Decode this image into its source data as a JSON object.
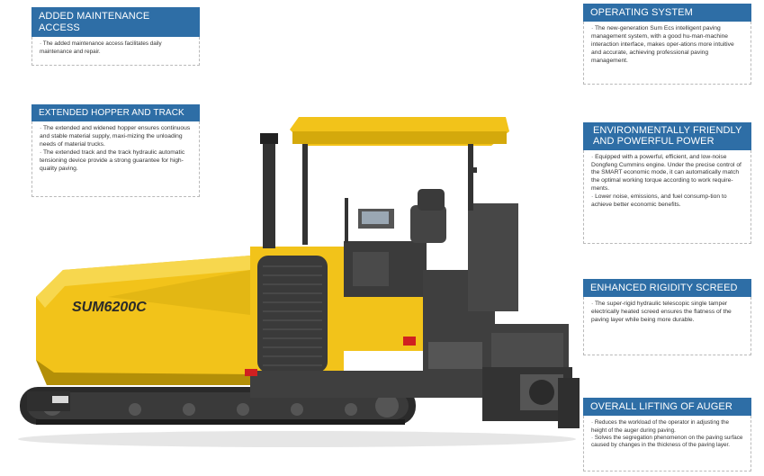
{
  "cards": {
    "maintenance": {
      "title": "ADDED MAINTENANCE ACCESS",
      "lines": [
        "· The added maintenance access facilitates daily maintenance and repair."
      ]
    },
    "hopper": {
      "title": "EXTENDED HOPPER AND TRACK",
      "lines": [
        "· The extended and widened hopper ensures continuous and stable material supply, maxi-mizing the unloading needs of material trucks.",
        "· The extended track and the track hydraulic automatic tensioning device provide a strong guarantee for high-quality paving."
      ]
    },
    "operating": {
      "title": "OPERATING SYSTEM",
      "lines": [
        "· The new-generation Sum Ecs intelligent paving management system, with a good hu-man-machine interaction interface, makes oper-ations more intuitive and accurate, achieving professional paving management."
      ]
    },
    "environment": {
      "title_line1": "ENVIRONMENTALLY FRIENDLY",
      "title_line2": "AND POWERFUL POWER",
      "lines": [
        "· Equipped with a powerful, efficient, and low-noise Dongfeng Cummins engine. Under the precise control of the SMART economic mode, it can automatically match the optimal working torque according to work require-ments.",
        "· Lower noise, emissions, and fuel consump-tion to achieve better economic benefits."
      ]
    },
    "screed": {
      "title": "ENHANCED RIGIDITY SCREED",
      "lines": [
        "· The super-rigid hydraulic telescopic single tamper electrically heated screed ensures the flatness of the paving layer while being more durable."
      ]
    },
    "auger": {
      "title": "OVERALL LIFTING OF AUGER",
      "lines": [
        "· Reduces the workload of the operator in adjusting the height of the auger during paving.",
        "· Solves the segregation phenomenon on the paving surface caused by changes in the thickness of the paving layer."
      ]
    }
  },
  "machine": {
    "model_label": "SUM6200C",
    "body_color": "#f2c31a",
    "frame_color": "#3f3f3f"
  },
  "colors": {
    "title_bar": "#2e6ea6",
    "body_text": "#333333"
  }
}
